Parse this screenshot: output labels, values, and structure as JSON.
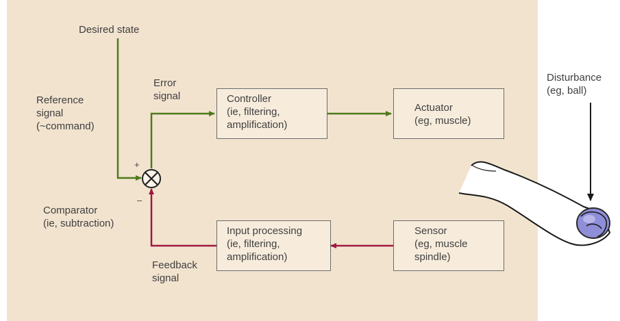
{
  "labels": {
    "desired_state": "Desired state",
    "reference_signal": "Reference\nsignal\n(~command)",
    "error_signal": "Error\nsignal",
    "comparator": "Comparator\n(ie, subtraction)",
    "feedback_signal": "Feedback\nsignal",
    "disturbance": "Disturbance\n(eg, ball)",
    "plus": "+",
    "minus": "–"
  },
  "boxes": {
    "controller": "Controller\n(ie, filtering,\namplification)",
    "actuator": "Actuator\n(eg, muscle)",
    "input_processing": "Input processing\n(ie, filtering,\namplification)",
    "sensor": "Sensor\n(eg, muscle\nspindle)"
  },
  "colors": {
    "background": "#f2e3cf",
    "forward_path": "#4e7a1c",
    "feedback_path": "#a0173f",
    "box_border": "#6b6b6b",
    "ball": "#8f8ed8"
  }
}
